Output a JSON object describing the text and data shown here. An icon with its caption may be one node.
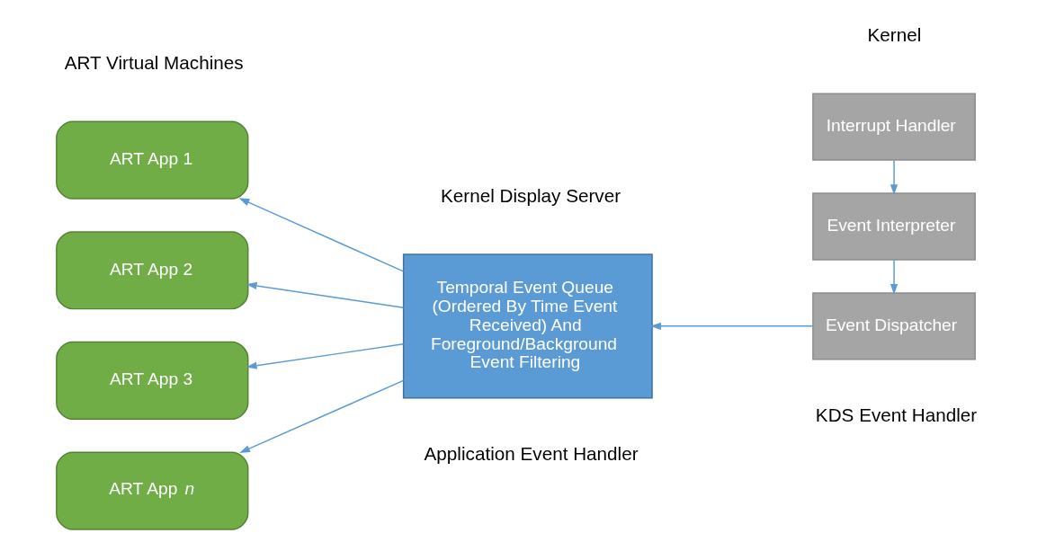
{
  "diagram": {
    "nodes": [
      {
        "text": [
          "ART App 1"
        ]
      },
      {
        "text": [
          "ART App 2"
        ]
      },
      {
        "text": [
          "ART App 3"
        ]
      },
      {
        "text": [
          "ART App *n*"
        ]
      },
      {
        "text": [
          "Temporal Event Queue (Ordered By Time Event Received) And Foreground/Background Event Filtering"
        ]
      },
      {
        "text": [
          "Interrupt Handler"
        ]
      },
      {
        "text": [
          "Event Interpreter"
        ]
      },
      {
        "text": [
          "Event Dispatcher"
        ]
      }
    ],
    "edges": [
      {
        "from": 4,
        "to": 0,
        "arrow": "to"
      },
      {
        "from": 4,
        "to": 1,
        "arrow": "to"
      },
      {
        "from": 4,
        "to": 2,
        "arrow": "to"
      },
      {
        "from": 4,
        "to": 3,
        "arrow": "to"
      },
      {
        "from": 5,
        "to": 6,
        "arrow": "to"
      },
      {
        "from": 6,
        "to": 7,
        "arrow": "to"
      },
      {
        "from": 7,
        "to": 4,
        "arrow": "to"
      }
    ],
    "labels": [
      "ART Virtual Machines",
      "Kernel",
      "Kernel Display Server",
      "KDS Event Handler",
      "Application Event Handler"
    ]
  }
}
